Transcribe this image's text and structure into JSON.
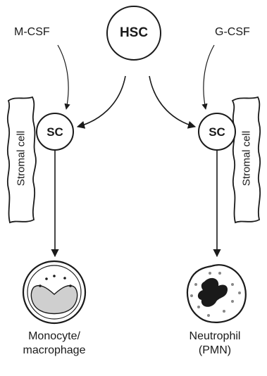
{
  "diagram": {
    "root": {
      "label": "HSC"
    },
    "factors": {
      "left": "M-CSF",
      "right": "G-CSF"
    },
    "stromal": {
      "left": "Stromal cell",
      "right": "Stromal cell"
    },
    "stem": {
      "left": "SC",
      "right": "SC"
    },
    "outcomes": {
      "left": {
        "line1": "Monocyte/",
        "line2": "macrophage"
      },
      "right": {
        "line1": "Neutrophil",
        "line2": "(PMN)"
      }
    }
  }
}
